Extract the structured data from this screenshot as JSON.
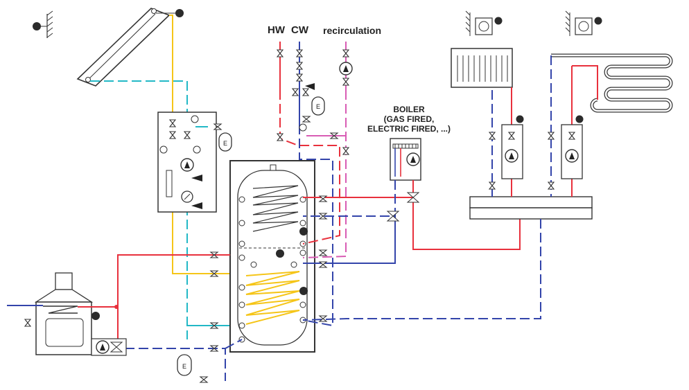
{
  "labels": {
    "hw": "HW",
    "cw": "CW",
    "recirculation": "recirculation",
    "boiler_line1": "BOILER",
    "boiler_line2": "(GAS FIRED,",
    "boiler_line3": "ELECTRIC FIRED, ...)"
  },
  "expansion_vessel_letter": "E",
  "colors": {
    "hot": "#e8303c",
    "cold": "#3344aa",
    "solar_hot": "#f5c518",
    "solar_return": "#22b8c6",
    "recirc": "#d85cb4",
    "outline": "#333333"
  },
  "icons": [
    "outdoor-sensor-icon",
    "thermostat-icon",
    "pump-icon",
    "valve-icon",
    "expansion-vessel-icon",
    "solar-collector-icon",
    "radiator-icon",
    "floor-heating-coil-icon",
    "fireplace-stove-icon",
    "storage-tank-icon"
  ]
}
